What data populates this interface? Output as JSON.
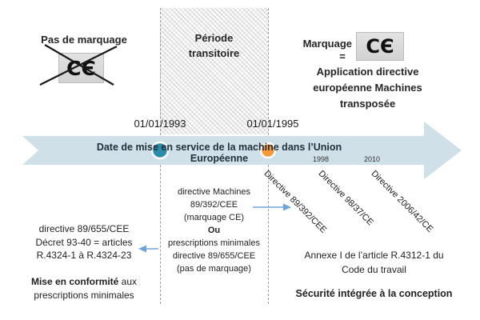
{
  "top": {
    "no_marking": {
      "label": "Pas de marquage",
      "ce_glyph": "CЄ"
    },
    "transition": {
      "label": "Période\ntransitoire"
    },
    "marking": {
      "label": "Marquage",
      "equals": "=",
      "ce_glyph": "CЄ",
      "description": "Application directive\neuropéenne Machines\ntransposée"
    }
  },
  "timeline": {
    "date_left": "01/01/1993",
    "date_right": "01/01/1995",
    "axis_label": "Date de mise en service de la machine dans l’Union Européenne",
    "year_1": "1998",
    "year_2": "2010",
    "colors": {
      "band": "#cfe0e9",
      "dot_1993": "#2e8cab",
      "dot_1995": "#f59b3c",
      "link_arrow": "#6fa3d8"
    }
  },
  "directives": {
    "d1": "Directive 89/392/CEE",
    "d2": "Directive 98/37/CE",
    "d3": "Directive 2006/42/CE"
  },
  "blocks": {
    "middle": {
      "part1": "directive Machines\n89/392/CEE\n(marquage CE)",
      "ou": "Ou",
      "part2": "prescriptions minimales\ndirective 89/655/CEE\n(pas de marquage)"
    },
    "left": {
      "lines": "directive 89/655/CEE\nDécret 93-40 = articles\nR.4324-1 à R.4324-23",
      "footer_bold": "Mise en conformité",
      "footer_rest": " aux",
      "footer_line2": "prescriptions minimales"
    },
    "right": {
      "lines": "Annexe I de l’article R.4312-1 du\nCode du travail",
      "footer": "Sécurité intégrée à la conception"
    }
  }
}
